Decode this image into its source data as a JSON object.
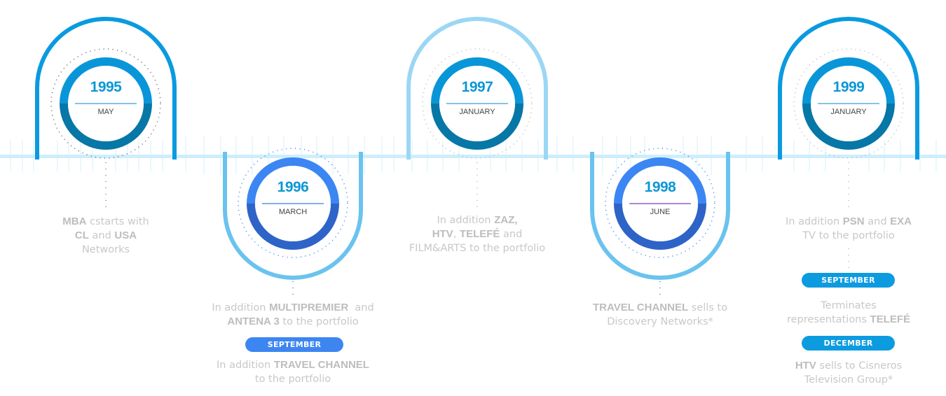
{
  "colors": {
    "axis_line": "#cdeefc",
    "ticks": "#dcf2fc",
    "arch_dark": "#0a9ae0",
    "arch_light": "#9bd7f4",
    "u_shape": "#6ac3ee",
    "ring_top_teal": "#0996d8",
    "ring_bottom_teal": "#0677a6",
    "ring_top_blue": "#3b86f2",
    "ring_bottom_blue": "#2e63c8",
    "description_text": "#c8c8c8"
  },
  "events": [
    {
      "year": "1995",
      "month": "MAY",
      "position": "above",
      "description": [
        {
          "bold": "MBA",
          "text": " cstarts with"
        },
        {
          "bold": "CL",
          "text": " and "
        },
        {
          "bold": "USA",
          "text": ""
        },
        {
          "text": "Networks"
        }
      ],
      "description_lines": [
        "MBA cstarts with",
        "CL and USA",
        "Networks"
      ]
    },
    {
      "year": "1996",
      "month": "MARCH",
      "position": "below",
      "description_lines": [
        "In addition MULTIPREMIER  and",
        "ANTENA 3 to the portfolio"
      ],
      "sub_events": [
        {
          "label": "SEPTEMBER",
          "description_lines": [
            "In addition TRAVEL CHANNEL",
            "to the portfolio"
          ]
        }
      ]
    },
    {
      "year": "1997",
      "month": "JANUARY",
      "position": "above",
      "description_lines": [
        "In addition ZAZ,",
        "HTV, TELEFÉ and",
        "FILM&ARTS to the portfolio"
      ]
    },
    {
      "year": "1998",
      "month": "JUNE",
      "position": "below",
      "description_lines": [
        "TRAVEL CHANNEL sells to",
        "Discovery Networks*"
      ]
    },
    {
      "year": "1999",
      "month": "JANUARY",
      "position": "above",
      "description_lines": [
        "In addition PSN and EXA",
        "TV to the portfolio"
      ],
      "sub_events": [
        {
          "label": "SEPTEMBER",
          "description_lines": [
            "Terminates",
            "representations TELEFÉ"
          ]
        },
        {
          "label": "DECEMBER",
          "description_lines": [
            "HTV sells to Cisneros",
            "Television Group*"
          ]
        }
      ]
    }
  ],
  "text": {
    "e1_l1_b": "MBA",
    "e1_l1_t": " cstarts with",
    "e1_l2_b1": "CL",
    "e1_l2_t": " and ",
    "e1_l2_b2": "USA",
    "e1_l3": "Networks",
    "e2_l1_t": "In addition ",
    "e2_l1_b": "MULTIPREMIER",
    "e2_l1_t2": "  and",
    "e2_l2_b": "ANTENA 3",
    "e2_l2_t": " to the portfolio",
    "e2_s1_l1_t": "In addition ",
    "e2_s1_l1_b": "TRAVEL CHANNEL",
    "e2_s1_l2": "to the portfolio",
    "e3_l1_t": "In addition ",
    "e3_l1_b": "ZAZ,",
    "e3_l2_b1": "HTV",
    "e3_l2_t1": ", ",
    "e3_l2_b2": "TELEFÉ",
    "e3_l2_t2": " and",
    "e3_l3": "FILM&ARTS to the portfolio",
    "e4_l1_b": "TRAVEL CHANNEL",
    "e4_l1_t": " sells to",
    "e4_l2": "Discovery Networks*",
    "e5_l1_t": "In addition ",
    "e5_l1_b": "PSN",
    "e5_l1_t2": " and ",
    "e5_l1_b2": "EXA",
    "e5_l2": "TV to the portfolio",
    "e5_s1_l1": "Terminates",
    "e5_s1_l2_t": "representations ",
    "e5_s1_l2_b": "TELEFÉ",
    "e5_s2_l1_b": "HTV",
    "e5_s2_l1_t": " sells to Cisneros",
    "e5_s2_l2": "Television Group*"
  }
}
